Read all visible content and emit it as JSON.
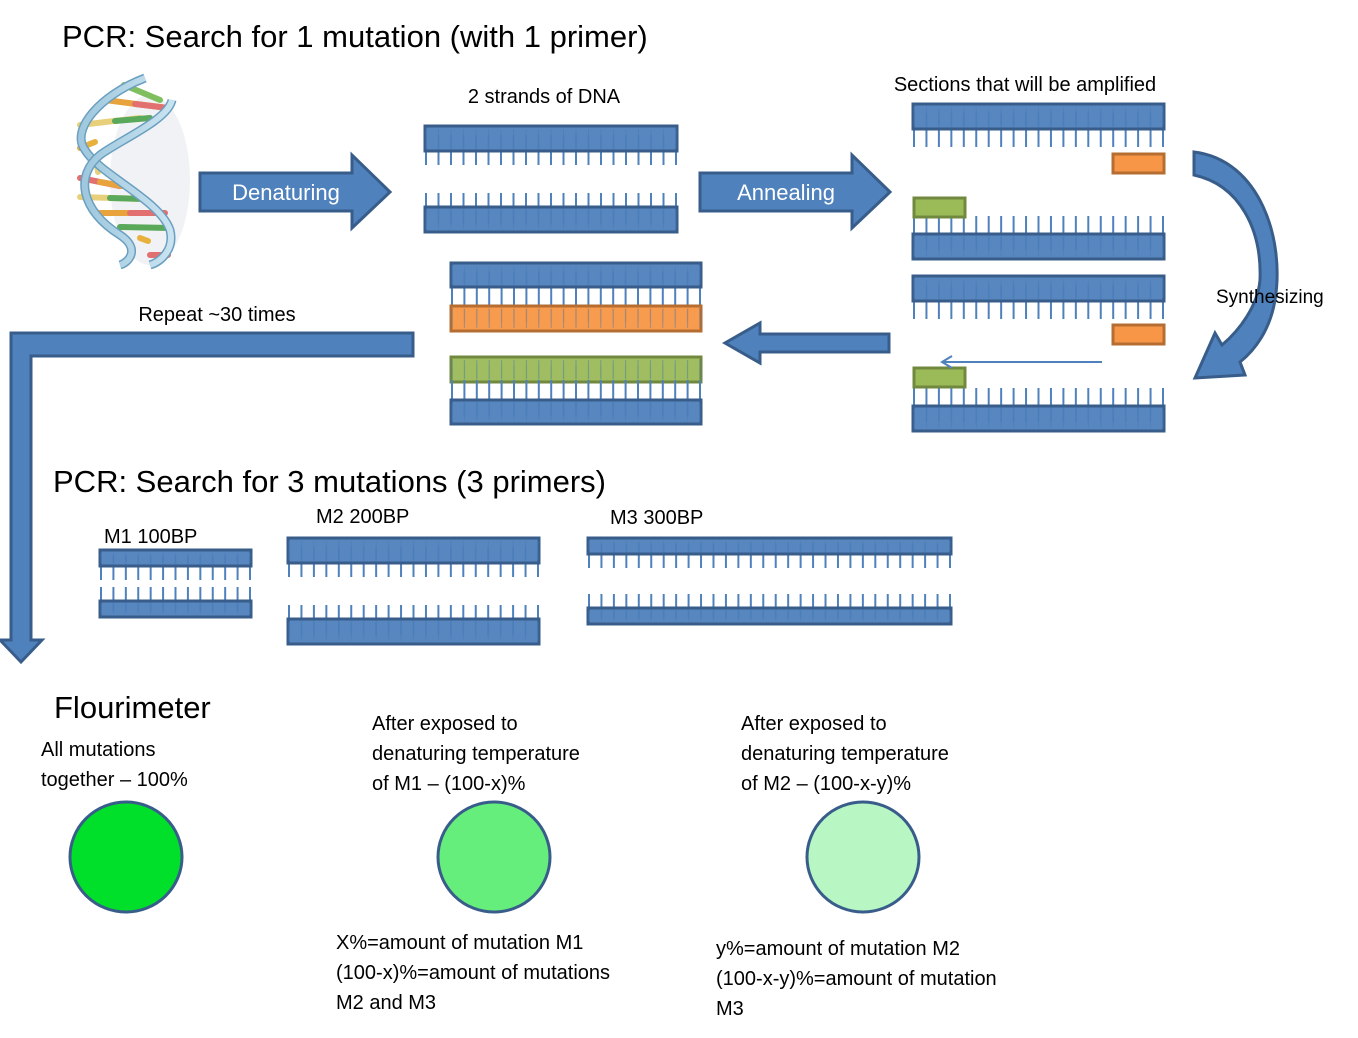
{
  "section1": {
    "title": "PCR: Search for 1 mutation (with 1 primer)",
    "dna_strands_label": "2 strands of DNA",
    "amplified_label": "Sections that will be amplified",
    "denaturing_label": "Denaturing",
    "annealing_label": "Annealing",
    "synthesizing_label": "Synthesizing",
    "repeat_label": "Repeat ~30 times"
  },
  "section2": {
    "title": "PCR: Search for 3 mutations (3 primers)",
    "mutations": [
      {
        "label": "M1 100BP",
        "ticks": 12
      },
      {
        "label": "M2 200BP",
        "ticks": 20
      },
      {
        "label": "M3 300BP",
        "ticks": 29
      }
    ]
  },
  "section3": {
    "title": "Flourimeter",
    "samples": [
      {
        "caption_lines": [
          "All mutations",
          "together – 100%"
        ],
        "color": "#00e02a",
        "notes": []
      },
      {
        "caption_lines": [
          "After exposed to",
          "denaturing temperature",
          "of M1 – (100-x)%"
        ],
        "color": "#66ee7c",
        "notes": [
          "X%=amount of mutation M1",
          "(100-x)%=amount of mutations",
          "M2 and M3"
        ]
      },
      {
        "caption_lines": [
          "After exposed to",
          "denaturing temperature",
          "of M2 – (100-x-y)%"
        ],
        "color": "#b8f7c4",
        "notes": [
          "y%=amount of mutation M2",
          "(100-x-y)%=amount of mutation",
          "M3"
        ]
      }
    ]
  },
  "colors": {
    "strand": "#4f81bd",
    "strand_border": "#385d8a",
    "primer_forward": "#9bbb59",
    "primer_reverse": "#f79646"
  },
  "icons": {
    "helix": "dna-helix-icon"
  }
}
